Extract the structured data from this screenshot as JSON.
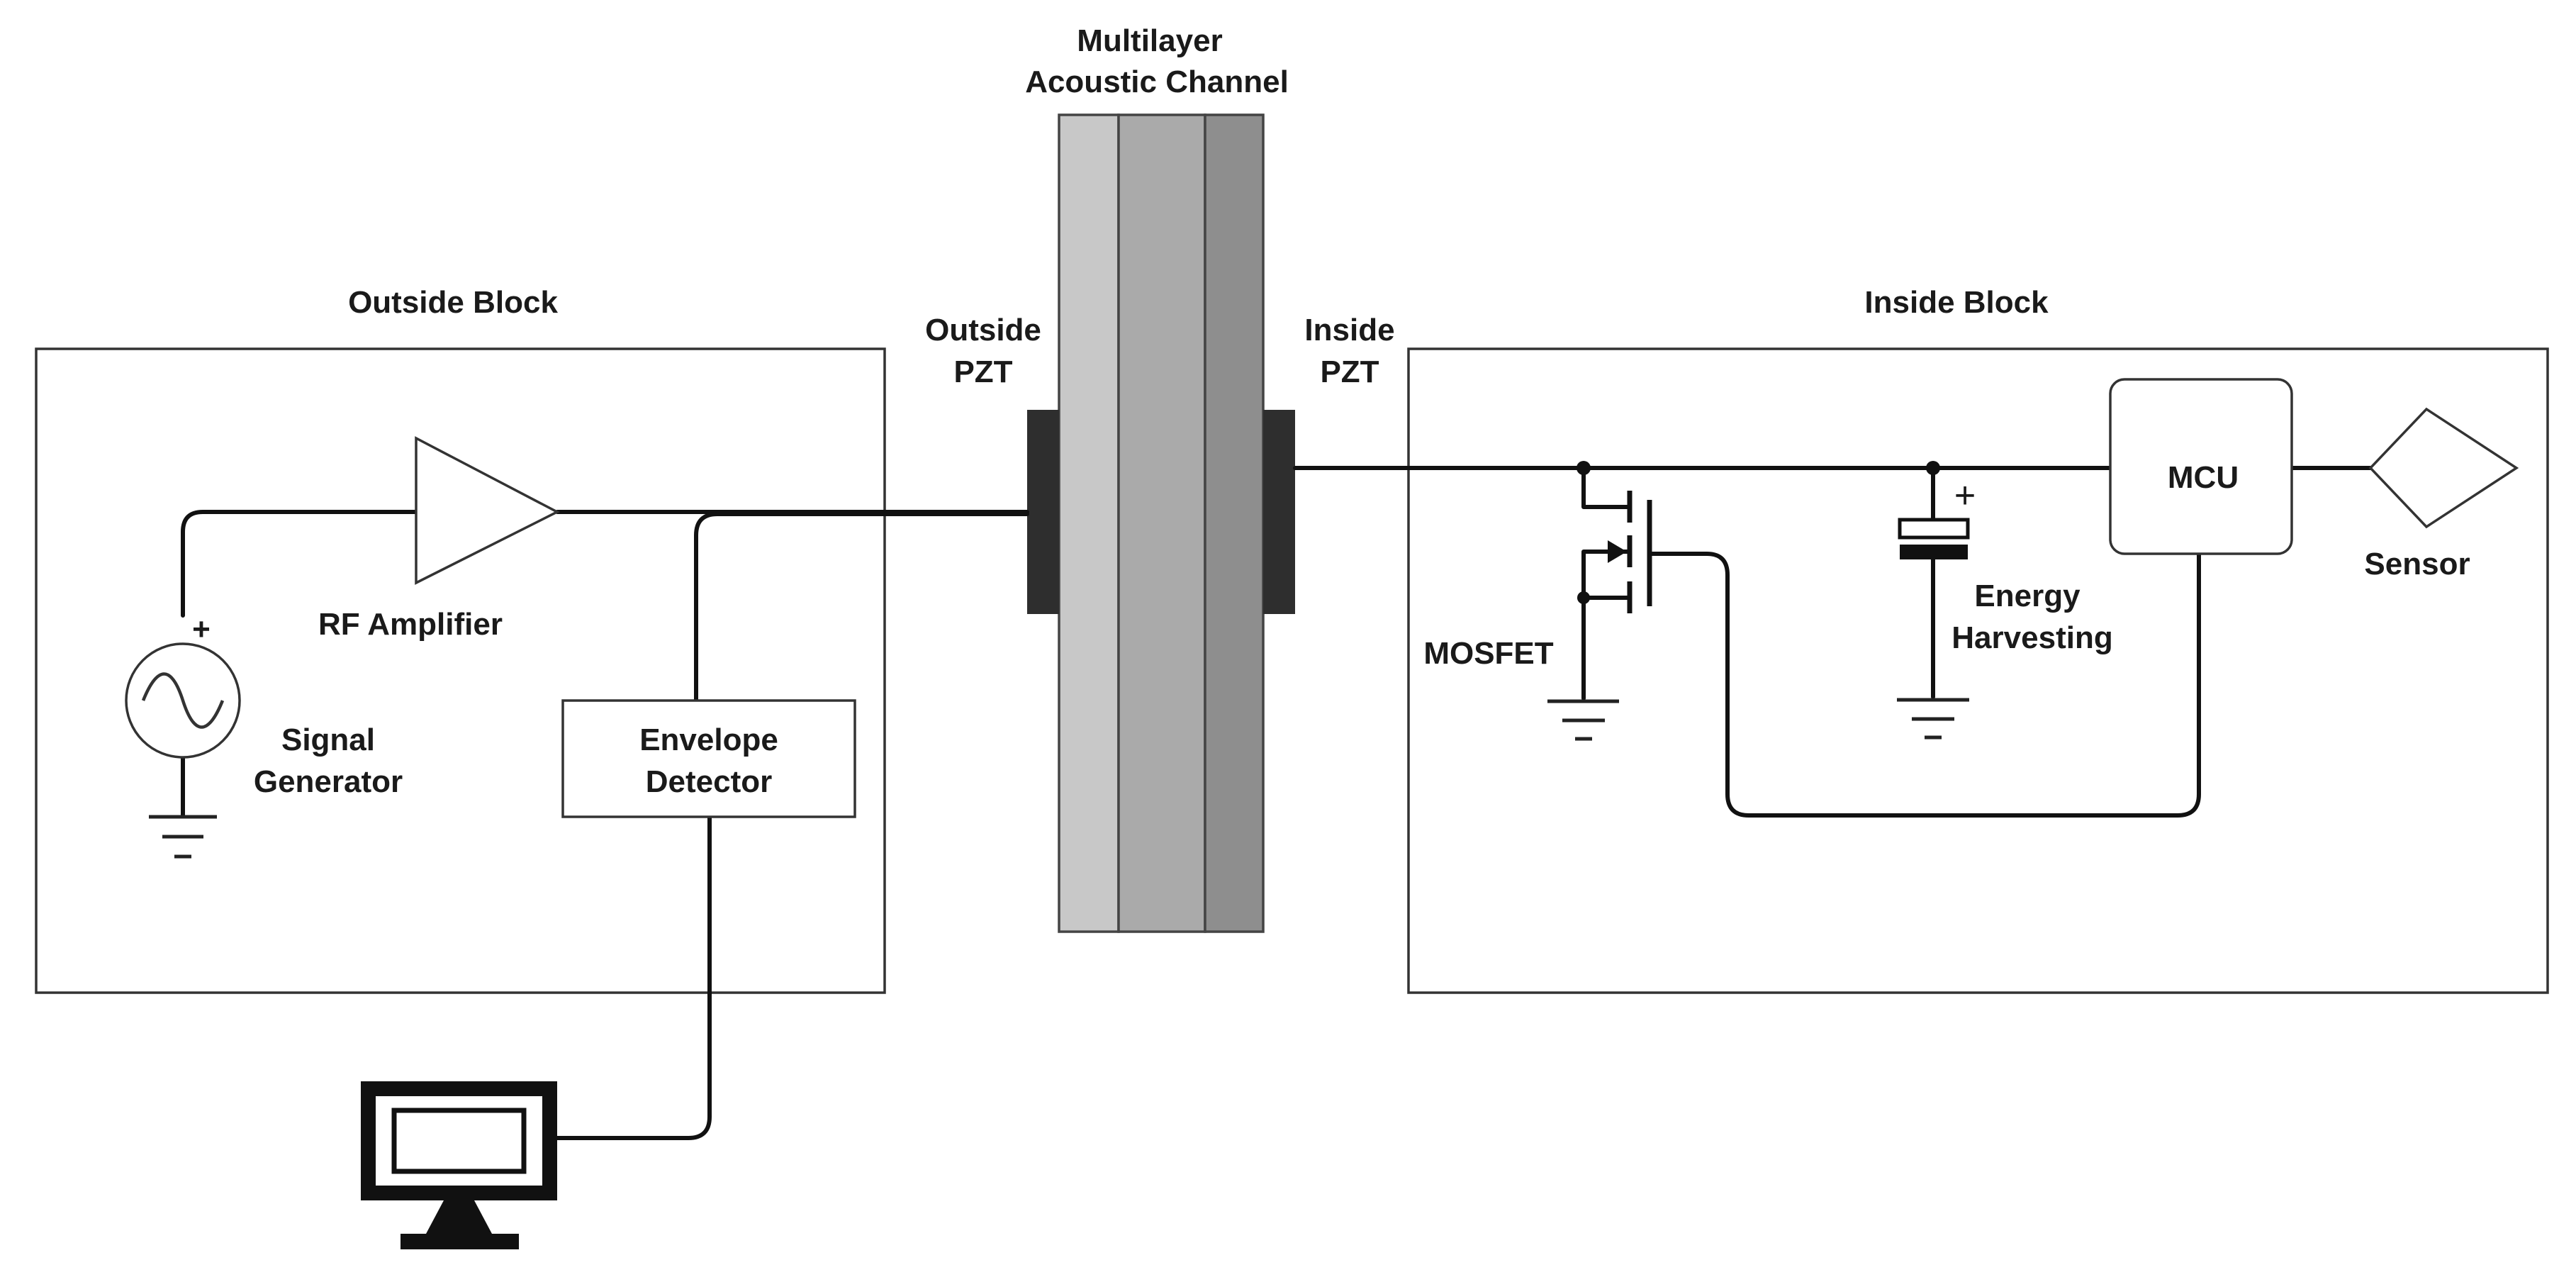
{
  "labels": {
    "channel_line1": "Multilayer",
    "channel_line2": "Acoustic Channel",
    "outside_block": "Outside Block",
    "inside_block": "Inside Block",
    "outside_pzt_line1": "Outside",
    "outside_pzt_line2": "PZT",
    "inside_pzt_line1": "Inside",
    "inside_pzt_line2": "PZT",
    "rf_amplifier": "RF Amplifier",
    "signal_generator_line1": "Signal",
    "signal_generator_line2": "Generator",
    "envelope_detector_line1": "Envelope",
    "envelope_detector_line2": "Detector",
    "mosfet": "MOSFET",
    "energy_harvesting_line1": "Energy",
    "energy_harvesting_line2": "Harvesting",
    "mcu": "MCU",
    "sensor": "Sensor",
    "plus_sign": "+"
  },
  "colors": {
    "channel_layer_1": "#c8c8c8",
    "channel_layer_2": "#aaaaaa",
    "channel_layer_3": "#8e8e8e",
    "pzt": "#2e2e2e"
  }
}
